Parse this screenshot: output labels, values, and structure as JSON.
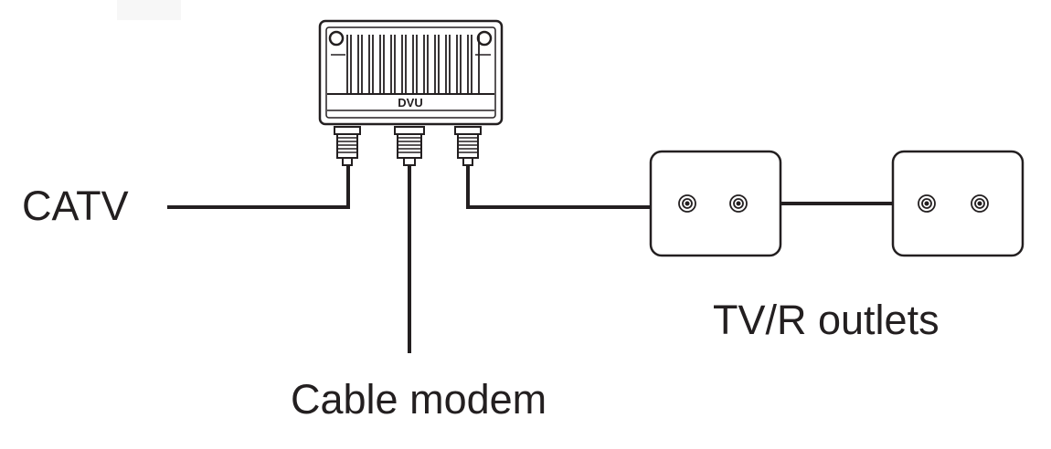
{
  "labels": {
    "catv": "CATV",
    "cable_modem": "Cable modem",
    "outlets": "TV/R outlets",
    "device": "DVU"
  },
  "colors": {
    "line": "#231f20",
    "background": "#ffffff"
  }
}
